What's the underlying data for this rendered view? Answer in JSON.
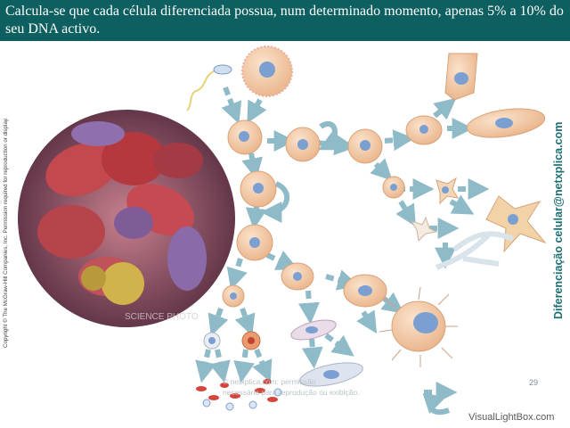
{
  "header": {
    "text": "Calcula-se que cada célula diferenciada possua, num determinado momento, apenas 5% a 10% do seu DNA activo."
  },
  "copyright_vertical": "Copyright © The McGraw-Hill Companies, Inc. Permission required for reproduction or display.",
  "credit_vertical": "Diferenciação celular@netxplica.com",
  "image_credit": "SCIENCE PHOTO",
  "footer_note": {
    "line1": "© netxplica.com: permissão",
    "line2": "necessária para reprodução ou exibição."
  },
  "page_number": "29",
  "watermark": "VisualLightBox.com",
  "colors": {
    "header_bg": "#0e5f60",
    "arrow": "#8fbac8",
    "cell_fill": "#f3c9a2",
    "nucleus": "#7b9fd1",
    "credit": "#1c6f73"
  }
}
